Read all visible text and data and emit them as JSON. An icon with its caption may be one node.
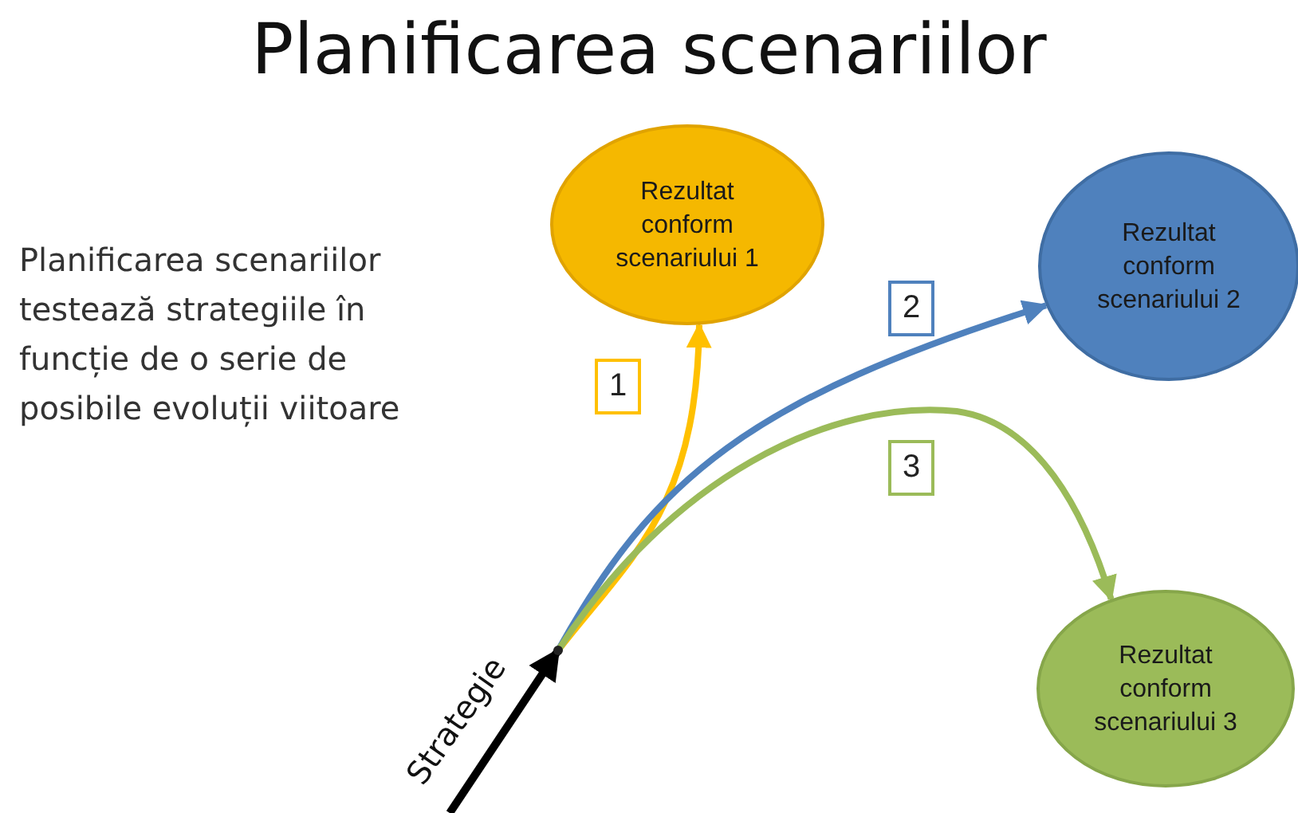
{
  "diagram": {
    "title": "Planificarea scenariilor",
    "nodes": [
      {
        "text": [
          "Rezultat conform scenariului 1"
        ]
      },
      {
        "text": [
          "Rezultat conform scenariului 2"
        ]
      },
      {
        "text": [
          "Rezultat conform scenariului 3"
        ]
      },
      {
        "text": [],
        "shape": "point"
      }
    ],
    "edges": [
      {
        "from": null,
        "to": 3,
        "arrow": "to",
        "label": "Strategie",
        "color": "#000000"
      },
      {
        "from": 3,
        "to": 0,
        "arrow": "to",
        "label": "1",
        "color": "#ffc000"
      },
      {
        "from": 3,
        "to": 1,
        "arrow": "to",
        "label": "2",
        "color": "#4f81bd"
      },
      {
        "from": 3,
        "to": 2,
        "arrow": "to",
        "label": "3",
        "color": "#9bbb59"
      }
    ],
    "labels": [
      "Planificarea scenariilor testează strategiile în funcție de o serie de posibile evoluții viitoare"
    ]
  }
}
